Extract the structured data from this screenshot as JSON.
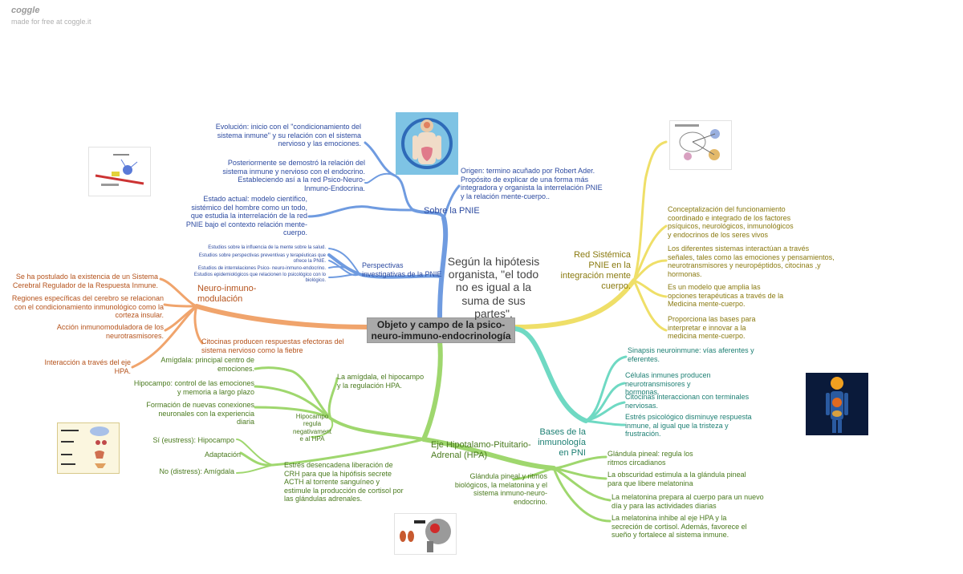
{
  "brand": {
    "logo": "coggle",
    "tagline": "made for free at coggle.it"
  },
  "colors": {
    "blue": "#6f9be0",
    "orange": "#f0a46c",
    "green": "#9fd76e",
    "teal": "#6fd9c3",
    "yellow": "#efdf68",
    "central_bg": "#a9a9a9"
  },
  "center": {
    "title": "Objeto y campo de la psico-neuro-immuno-endocrinología",
    "subtitle": "Según la hipótesis organista, \"el todo no es igual a la suma de sus partes\"."
  },
  "blue": {
    "branch": "Sobre la PNIE",
    "evolucion": "Evolución: inicio con el \"condicionamiento del sistema inmune\" y su relación con el sistema nervioso y las emociones.",
    "posterior": "Posteriormente se demostró la relación del sistema inmune y nervioso con el endocrino. Estableciendo así a la red Psico-Neuro-Inmuno-Endocrina.",
    "origen": "Origen: termino acuñado por Robert Ader. Propósito de explicar de una forma más integradora y organista la interrelación PNIE y la relación mente-cuerpo..",
    "estado": "Estado actual: modelo científico, sistémico del hombre como un todo, que estudia la interrelación de la red PNIE bajo el contexto relación mente-cuerpo.",
    "perspectivas": "Perspectivas investigativas de la PNIE",
    "estudios": [
      "Estudios sobre la influencia de la mente sobre la salud.",
      "Estudios sobre perspectivas preventivas y terapéuticas que ofrece la PNIE.",
      "Estudios de interrelaciones Psico- neuro-inmuno-endocrino.",
      "Estudios epidemiológicos que relacionen lo psicológico con lo biológico."
    ]
  },
  "orange": {
    "branch": "Neuro-inmuno-modulación",
    "items": [
      "Se ha postulado la existencia de un Sistema Cerebral Regulador de la Respuesta Inmune.",
      "Regiones específicas del cerebro se relacionan con el condicionamiento inmunológico como la corteza insular.",
      "Acción inmunomoduladora de los neurotrasmisores.",
      "Interacción a través del eje HPA."
    ],
    "citocinas": "Citocinas producen respuestas efectoras del sistema nervioso como la fiebre"
  },
  "yellow": {
    "branch": "Red Sistémica PNIE en la integración mente cuerpo.",
    "items": [
      "Conceptalización del funcionamiento coordinado e integrado de los factores psíquicos, neurológicos, inmunológicos y endocrinos de los seres vivos",
      "Los diferentes sistemas interactúan a través señales, tales como las emociones y pensamientos, neurotransmisores y neuropéptidos, citocinas ,y hormonas.",
      "Es un modelo que amplia las opciones terapéuticas a través de la Medicina mente-cuerpo.",
      "Proporciona las bases para interpretar e innovar a la medicina mente-cuerpo."
    ]
  },
  "teal": {
    "branch": "Bases de la inmunología en PNI",
    "items": [
      "Sinapsis neuroinmune: vías aferentes y eferentes.",
      "Células inmunes producen neurotransmisores y hormonas.",
      "Citocinas interaccionan con terminales nerviosas.",
      "Estrés psicológico disminuye respuesta inmune, al igual que la tristeza y frustración."
    ]
  },
  "green": {
    "branch": "Eje Hipotalamo-Pituitario-Adrenal (HPA)",
    "amigdala_group": "La amígdala, el hipocampo y la regulación HPA.",
    "amigdala_items": [
      "Amígdala: principal centro de emociones.",
      "Hipocampo: control de las emociones y memoria a largo plazo",
      "Formación de nuevas conexiones neuronales con la experiencia diaria"
    ],
    "hipocampo_regula": "Hipocampo regula negativament e al HPA",
    "estres": "Estrés desencadena liberación de CRH para que la hipófisis secrete ACTH al torrente sanguíneo y estimule la producción de cortisol por las glándulas adrenales.",
    "adaptacion": "Adaptación",
    "si": "Sí (eustress): Hipocampo",
    "no": "No (distress): Amígdala",
    "glandula": "Glándula pineal y ritmos biológicos, la melatonina y el sistema inmuno-neuro-endocrino.",
    "glandula_items": [
      "Glándula pineal: regula los ritmos circadianos",
      "La obscuridad estimula a la glándula pineal para que libere melatonina",
      "La melatonina prepara al cuerpo para un nuevo día y para las actividades diarias",
      "La melatonina inhibe al eje HPA y la secreción de cortisol. Además, favorece el sueño y fortalece al sistema inmune."
    ]
  },
  "images": [
    "neuron-diagram-image",
    "body-scan-image",
    "cell-diagram-image",
    "brain-regions-image",
    "human-body-image",
    "brain-kidney-image"
  ]
}
